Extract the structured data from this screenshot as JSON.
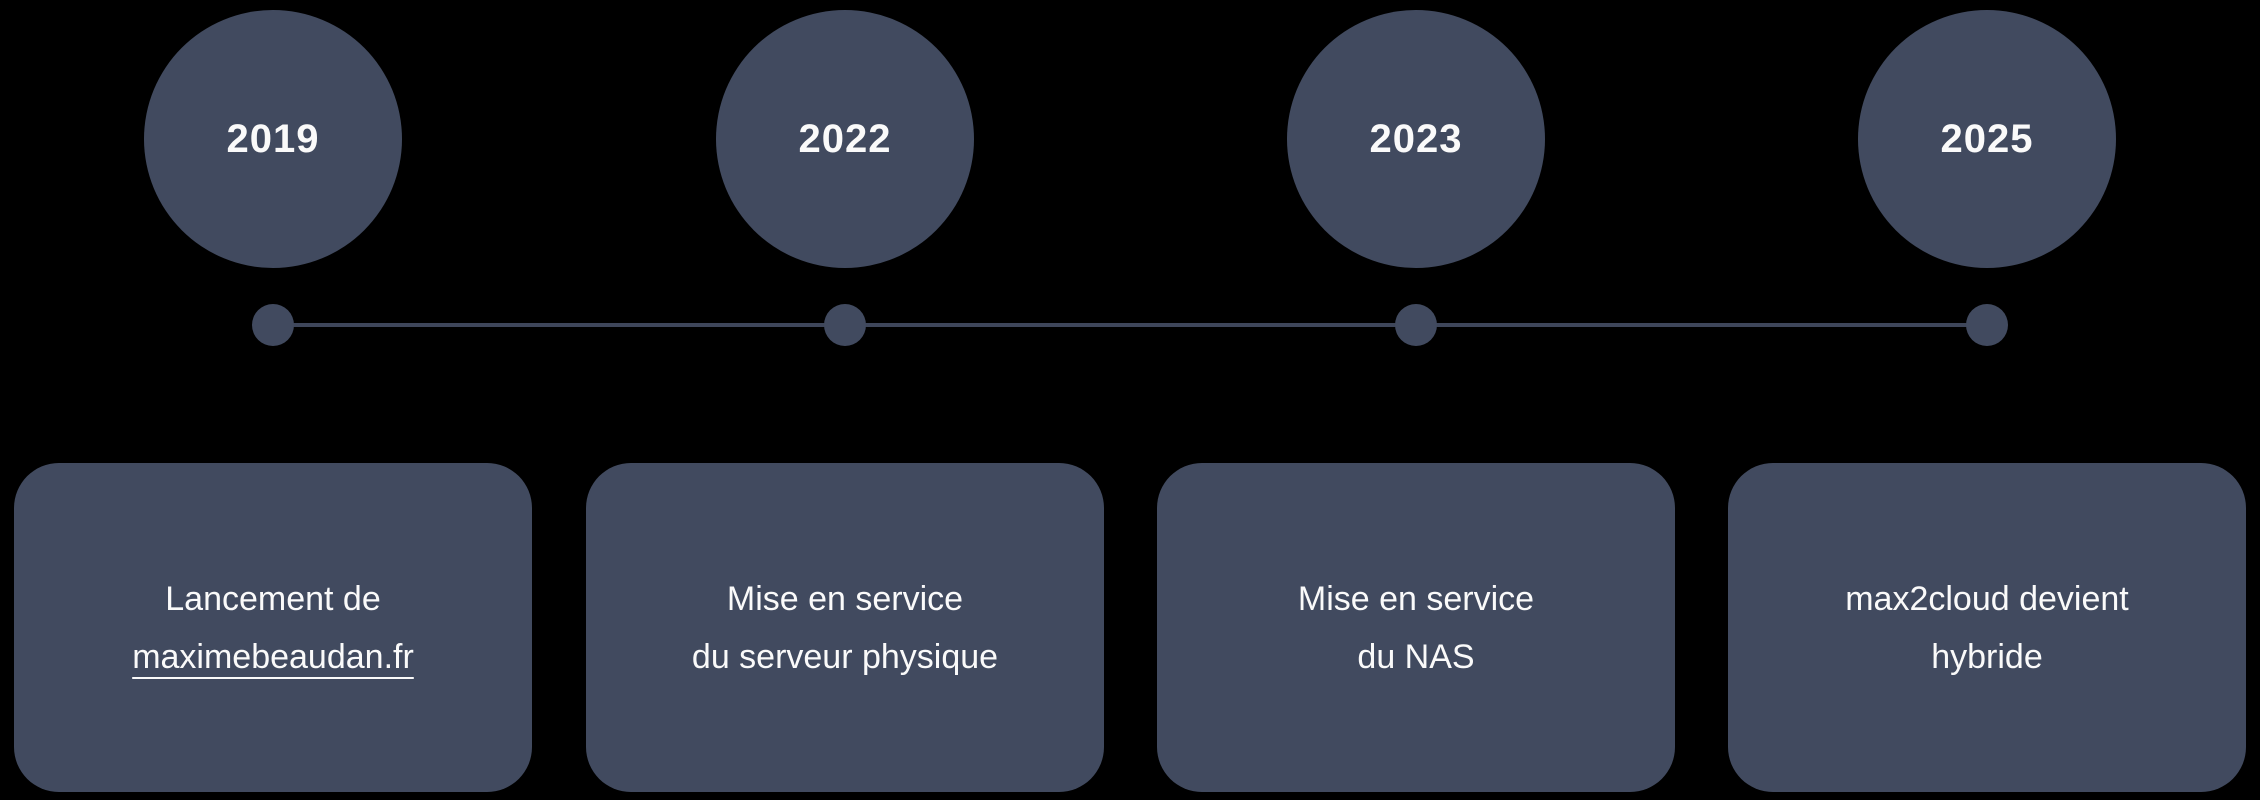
{
  "colors": {
    "background": "#000000",
    "shape_fill": "#414a5f",
    "line": "#3e465a",
    "text": "#fafafa"
  },
  "timeline": {
    "items": [
      {
        "year": "2019",
        "line1": "Lancement de",
        "line2": "maximebeaudan.fr",
        "line2_is_link": true
      },
      {
        "year": "2022",
        "line1": "Mise en service",
        "line2": "du serveur physique",
        "line2_is_link": false
      },
      {
        "year": "2023",
        "line1": "Mise en service",
        "line2": "du NAS",
        "line2_is_link": false
      },
      {
        "year": "2025",
        "line1": "max2cloud devient",
        "line2": "hybride",
        "line2_is_link": false
      }
    ]
  }
}
